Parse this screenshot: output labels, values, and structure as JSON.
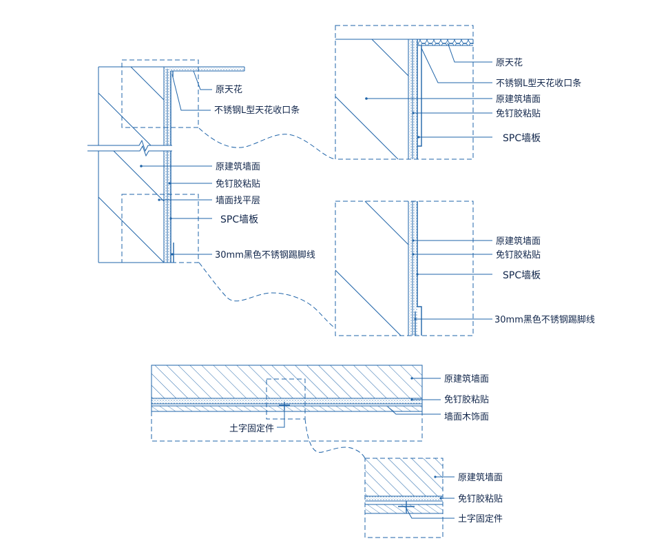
{
  "colors": {
    "line": "#1e63a8",
    "text": "#10254a",
    "background": "#ffffff"
  },
  "left_section": {
    "labels": [
      "原天花",
      "不锈钢L型天花收口条",
      "原建筑墙面",
      "免钉胶粘贴",
      "墙面找平层",
      "SPC墙板",
      "30mm黑色不锈钢踢脚线"
    ]
  },
  "ceiling_detail": {
    "labels": [
      "原天花",
      "不锈钢L型天花收口条",
      "原建筑墙面",
      "免钉胶粘贴",
      "SPC墙板"
    ]
  },
  "skirting_detail": {
    "labels": [
      "原建筑墙面",
      "免钉胶粘贴",
      "SPC墙板",
      "30mm黑色不锈钢踢脚线"
    ]
  },
  "plan_section": {
    "labels": [
      "原建筑墙面",
      "免钉胶粘贴",
      "墙面木饰面",
      "土字固定件"
    ]
  },
  "plan_detail": {
    "labels": [
      "原建筑墙面",
      "免钉胶粘贴",
      "土字固定件"
    ]
  }
}
